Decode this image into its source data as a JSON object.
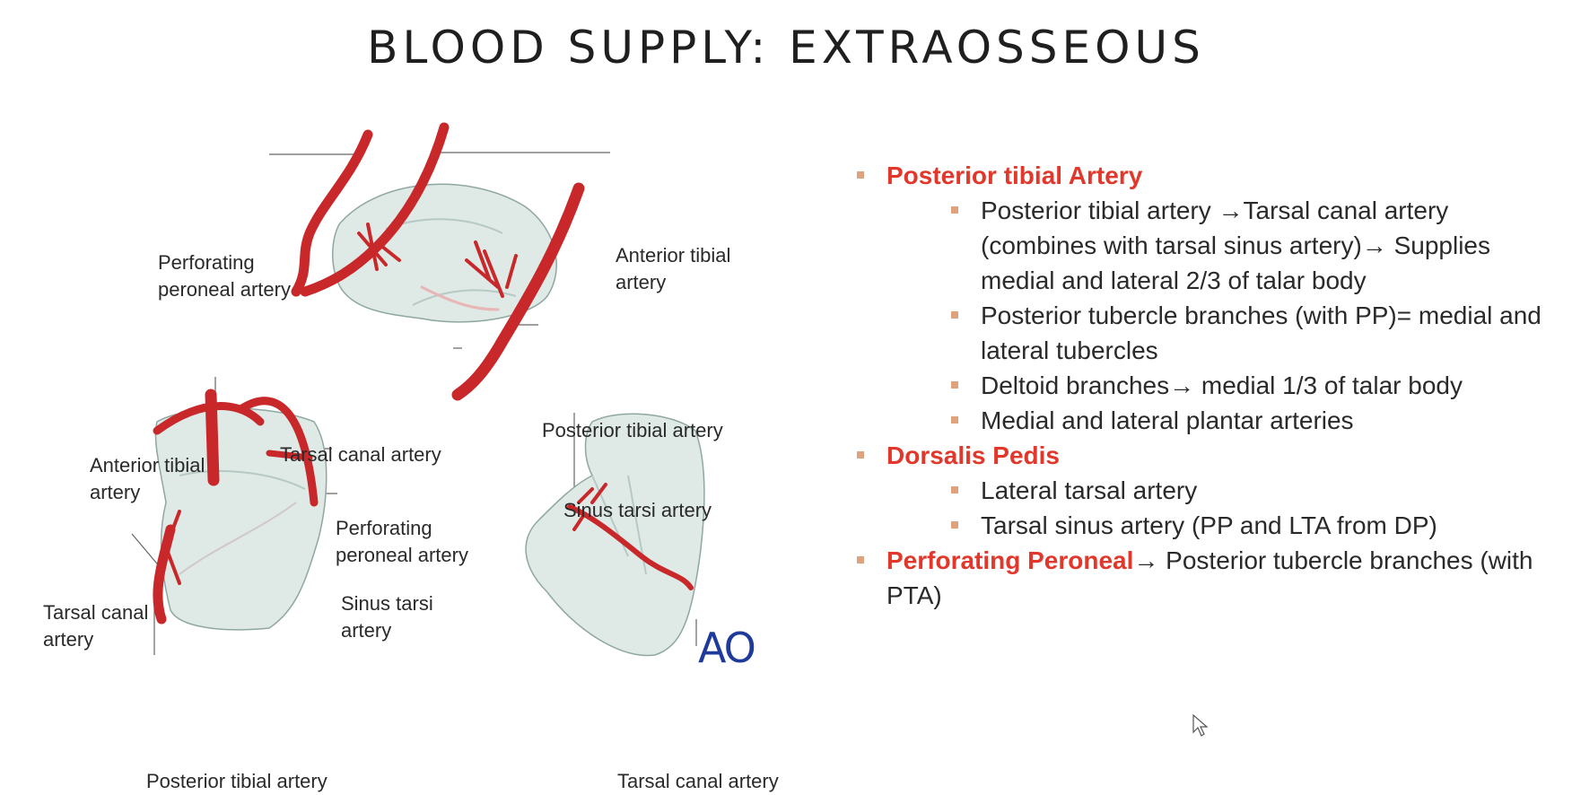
{
  "title": "BLOOD SUPPLY: EXTRAOSSEOUS",
  "figure": {
    "labels": {
      "top_perforating": "Perforating\nperoneal artery",
      "top_anterior": "Anterior tibial\nartery",
      "top_posterior": "Posterior tibial artery",
      "top_tarsal_canal": "Tarsal canal artery",
      "left_anterior": "Anterior tibial\nartery",
      "left_perforating": "Perforating\nperoneal artery",
      "left_sinus": "Sinus tarsi\nartery",
      "left_tarsal_canal": "Tarsal canal\nartery",
      "left_posterior": "Posterior tibial artery",
      "right_sinus": "Sinus tarsi artery",
      "right_tarsal_canal": "Tarsal canal artery"
    },
    "logo_text": "AO",
    "colors": {
      "artery": "#c8282a",
      "bone": "#dfe9e6",
      "bone_edge": "#8fa7a3"
    }
  },
  "bullets": {
    "pta": {
      "heading": "Posterior tibial Artery",
      "items": [
        "Posterior tibial artery →Tarsal canal artery (combines with tarsal sinus artery)→ Supplies medial and lateral 2/3 of talar body",
        "Posterior tubercle branches (with PP)= medial and lateral tubercles",
        "Deltoid branches→ medial 1/3 of talar body",
        "Medial and lateral plantar arteries"
      ]
    },
    "dp": {
      "heading": "Dorsalis Pedis",
      "items": [
        "Lateral tarsal artery",
        "Tarsal sinus artery (PP and LTA from DP)"
      ]
    },
    "pp": {
      "heading": "Perforating Peroneal",
      "text": "→ Posterior tubercle branches (with PTA)"
    },
    "colors": {
      "heading": "#e2372b",
      "bullet": "#e0a27c"
    }
  }
}
